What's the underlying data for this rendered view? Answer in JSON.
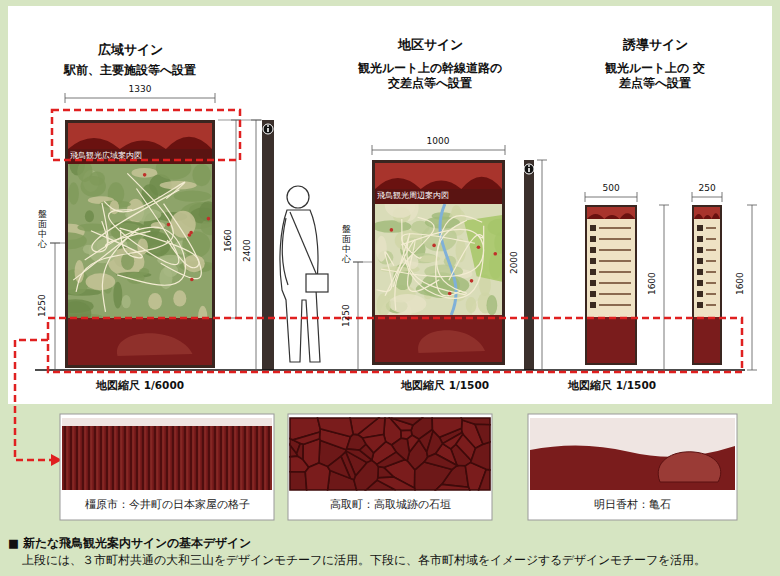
{
  "diagram": {
    "caption": "■ 新たな飛鳥観光案内サインの基本デザイン",
    "nodes": [
      {
        "text": [
          "飛鳥観光広域案内図"
        ]
      },
      {
        "text": [
          "飛鳥観光周辺案内図"
        ]
      },
      {
        "text": [
          "橿原市：今井町の日本家屋の格子"
        ]
      },
      {
        "text": [
          "高取町：高取城跡の石垣"
        ]
      },
      {
        "text": [
          "明日香村：亀石"
        ]
      }
    ],
    "labels": [
      "広域サイン",
      "駅前、主要施設等へ設置",
      "地区サイン",
      "観光ルート上の幹線道路の 交差点等へ設置",
      "誘導サイン",
      "観光ルート上の 交差点等へ設置",
      "1330",
      "1660",
      "2400",
      "盤面中心",
      "1250",
      "1000",
      "盤面中心",
      "1250",
      "2000",
      "500",
      "250",
      "1600",
      "1600",
      "地図縮尺 1/6000",
      "地図縮尺 1/1500",
      "地図縮尺 1/1500",
      "上段には、３市町村共通の大和三山をデザインモチーフに活用。下段に、各市町村域をイメージするデザインモチーフを活用。"
    ]
  }
}
